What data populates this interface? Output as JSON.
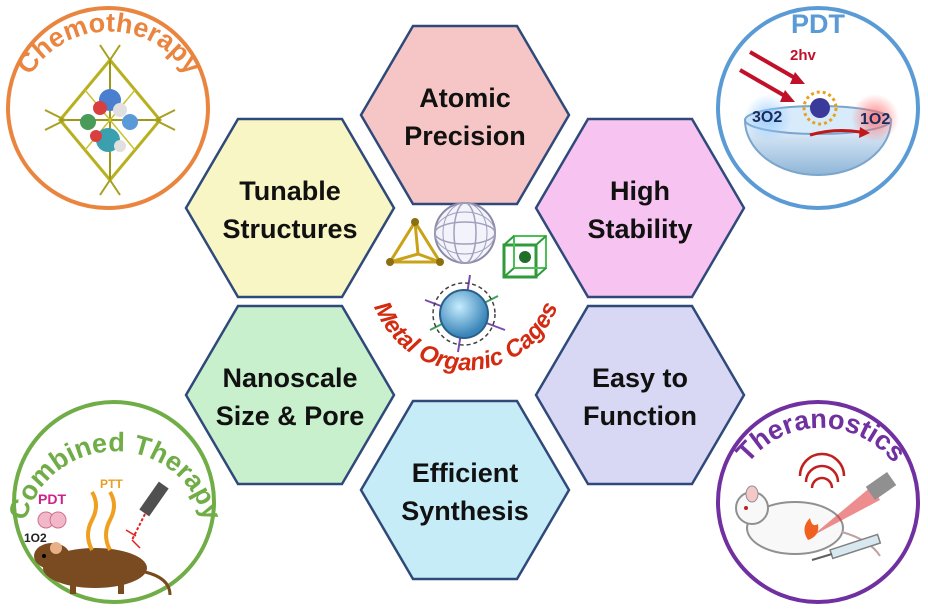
{
  "hexagons": [
    {
      "id": "atomic",
      "lines": [
        "Atomic",
        "Precision"
      ],
      "fill": "#f6c6c6"
    },
    {
      "id": "tunable",
      "lines": [
        "Tunable",
        "Structures"
      ],
      "fill": "#f8f6c4"
    },
    {
      "id": "stability",
      "lines": [
        "High",
        "Stability"
      ],
      "fill": "#f7c4f2"
    },
    {
      "id": "nanoscale",
      "lines": [
        "Nanoscale",
        "Size & Pore"
      ],
      "fill": "#c8f0cc"
    },
    {
      "id": "function",
      "lines": [
        "Easy to",
        "Function"
      ],
      "fill": "#d8d8f4"
    },
    {
      "id": "synthesis",
      "lines": [
        "Efficient",
        "Synthesis"
      ],
      "fill": "#c6ecf8"
    }
  ],
  "center": {
    "label": "Metal Organic Cages"
  },
  "circles": {
    "chemotherapy": {
      "title": "Chemotherapy",
      "color": "#e9853f"
    },
    "pdt": {
      "title": "PDT",
      "color": "#5b9bd5",
      "hv": "2hv",
      "o2_left": "3O2",
      "o2_right": "1O2"
    },
    "combined": {
      "title": "Combined Therapy",
      "color": "#70ad47",
      "pdt": "PDT",
      "ptt": "PTT",
      "o2": "1O2"
    },
    "theranostics": {
      "title": "Theranostics",
      "color": "#7030a0"
    }
  },
  "colors": {
    "hex_stroke": "#2f4a7a"
  }
}
